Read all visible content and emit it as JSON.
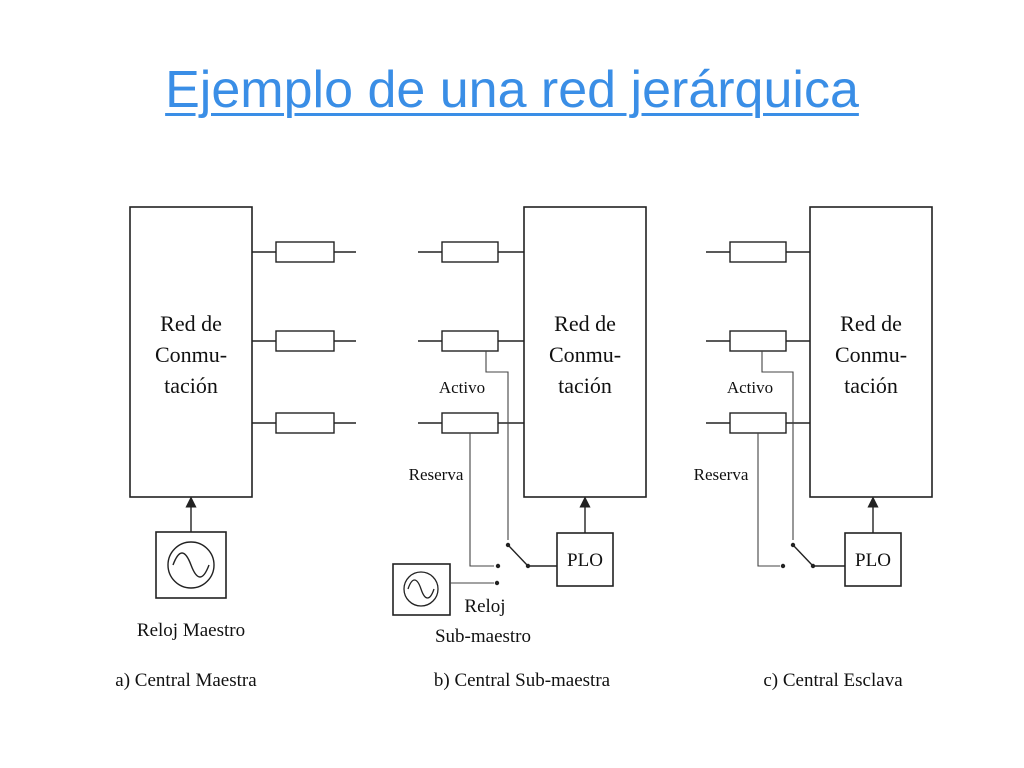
{
  "title": "Ejemplo de una red jerárquica",
  "figure": {
    "panel_a": {
      "block_line1": "Red de",
      "block_line2": "Conmu-",
      "block_line3": "tación",
      "clock_label": "Reloj Maestro",
      "caption": "a) Central Maestra"
    },
    "panel_b": {
      "block_line1": "Red de",
      "block_line2": "Conmu-",
      "block_line3": "tación",
      "activo": "Activo",
      "reserva": "Reserva",
      "plo": "PLO",
      "clock_label_line1": "Reloj",
      "clock_label_line2": "Sub-maestro",
      "caption": "b) Central Sub-maestra"
    },
    "panel_c": {
      "block_line1": "Red de",
      "block_line2": "Conmu-",
      "block_line3": "tación",
      "activo": "Activo",
      "reserva": "Reserva",
      "plo": "PLO",
      "caption": "c) Central Esclava"
    }
  },
  "icons": {
    "oscillator": "sine-wave-in-circle"
  },
  "colors": {
    "title": "#3a8ee6",
    "lines": "#222222",
    "background": "#ffffff"
  }
}
